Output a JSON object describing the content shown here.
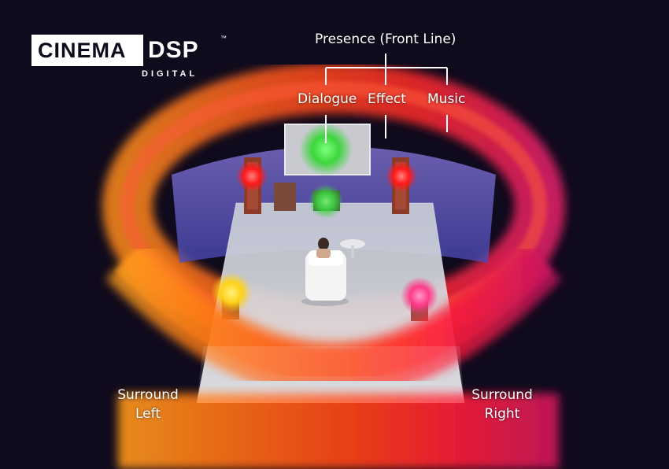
{
  "logo": {
    "main": "CINEMA",
    "accent": "DSP",
    "trademark": "™",
    "sub": "DIGITAL"
  },
  "labels": {
    "presence": "Presence (Front Line)",
    "dialogue": "Dialogue",
    "effect": "Effect",
    "music": "Music",
    "surround_left_1": "Surround",
    "surround_left_2": "Left",
    "surround_right_1": "Surround",
    "surround_right_2": "Right"
  },
  "colors": {
    "background": "#0f0a1c",
    "ring_orange": "#ff8a1c",
    "ring_red": "#ff2a2a",
    "ring_magenta": "#e6206a",
    "front_wall": "#6a6ad6",
    "floor": "#d8dce0",
    "glow_green": "#3dd63d",
    "glow_red": "#ff1a1a",
    "glow_yellow": "#ffd21a",
    "glow_pink": "#ff3a8a",
    "text": "#ffffff"
  }
}
